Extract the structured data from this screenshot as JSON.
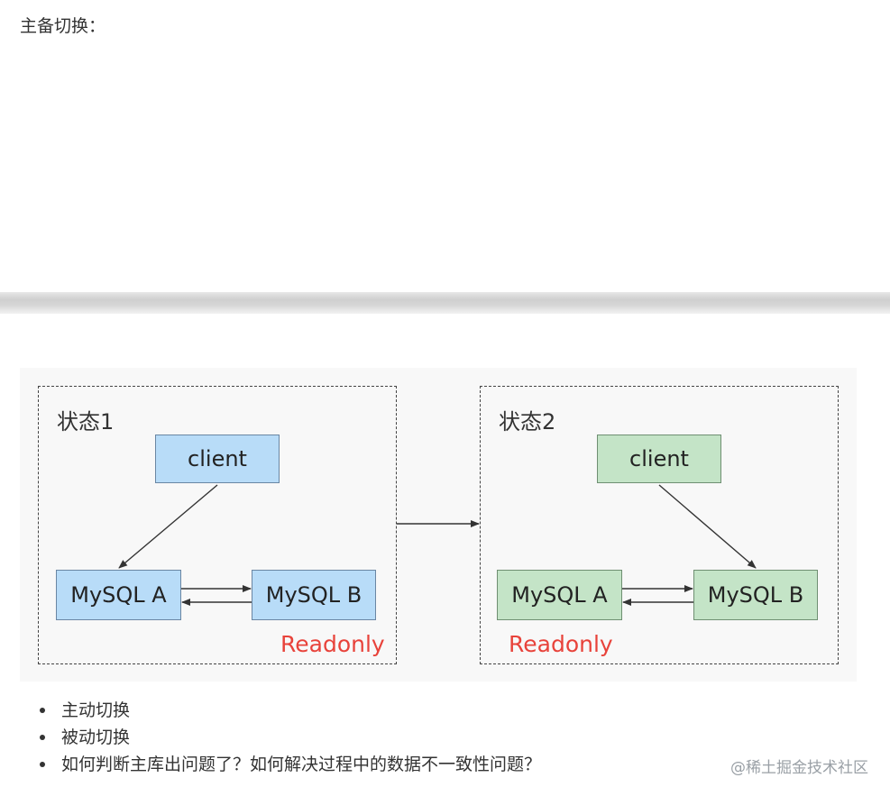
{
  "heading": "主备切换：",
  "diagram": {
    "state1": {
      "label": "状态1",
      "client": "client",
      "mysql_a": "MySQL A",
      "mysql_b": "MySQL B",
      "readonly": "Readonly",
      "color": "#b8dcf8"
    },
    "state2": {
      "label": "状态2",
      "client": "client",
      "mysql_a": "MySQL A",
      "mysql_b": "MySQL B",
      "readonly": "Readonly",
      "color": "#c4e4c7"
    },
    "readonly_color": "#e8433b"
  },
  "bullets": [
    "主动切换",
    "被动切换",
    "如何判断主库出问题了？如何解决过程中的数据不一致性问题？"
  ],
  "watermark": "@稀土掘金技术社区"
}
